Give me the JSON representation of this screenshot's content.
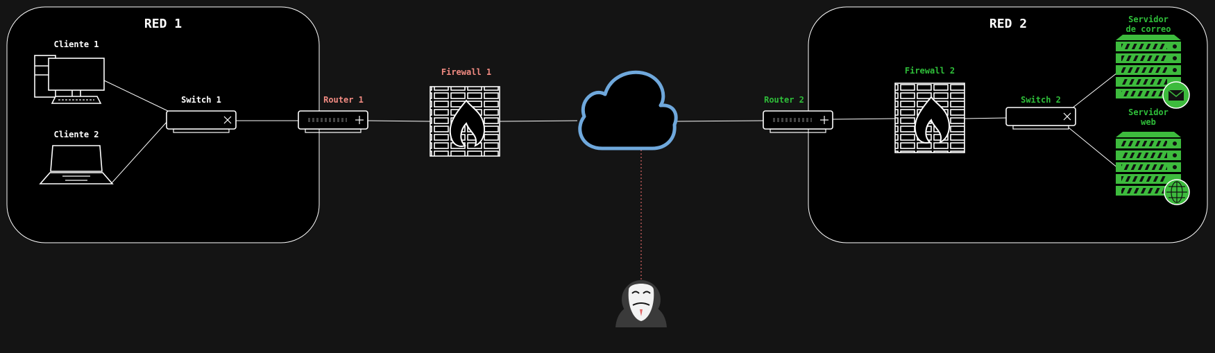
{
  "networks": {
    "red1": {
      "title": "RED 1"
    },
    "red2": {
      "title": "RED 2"
    }
  },
  "nodes": {
    "cliente1": "Cliente 1",
    "cliente2": "Cliente 2",
    "switch1": "Switch 1",
    "router1": "Router 1",
    "firewall1": "Firewall 1",
    "router2": "Router 2",
    "firewall2": "Firewall 2",
    "switch2": "Switch 2",
    "mail_server": {
      "line1": "Servidor",
      "line2": "de correo"
    },
    "web_server": {
      "line1": "Servidor",
      "line2": "web"
    }
  },
  "icons": {
    "internet": "cloud-icon",
    "attacker": "anonymous-hacker-icon"
  },
  "colors": {
    "background": "#141414",
    "network_fill": "#000000",
    "outline": "#ffffff",
    "red_label": "#f28b82",
    "green_label": "#2fbf3a",
    "cloud_stroke": "#6fa8dc",
    "attack_line": "#e06666",
    "server_green": "#3dbb3d"
  }
}
